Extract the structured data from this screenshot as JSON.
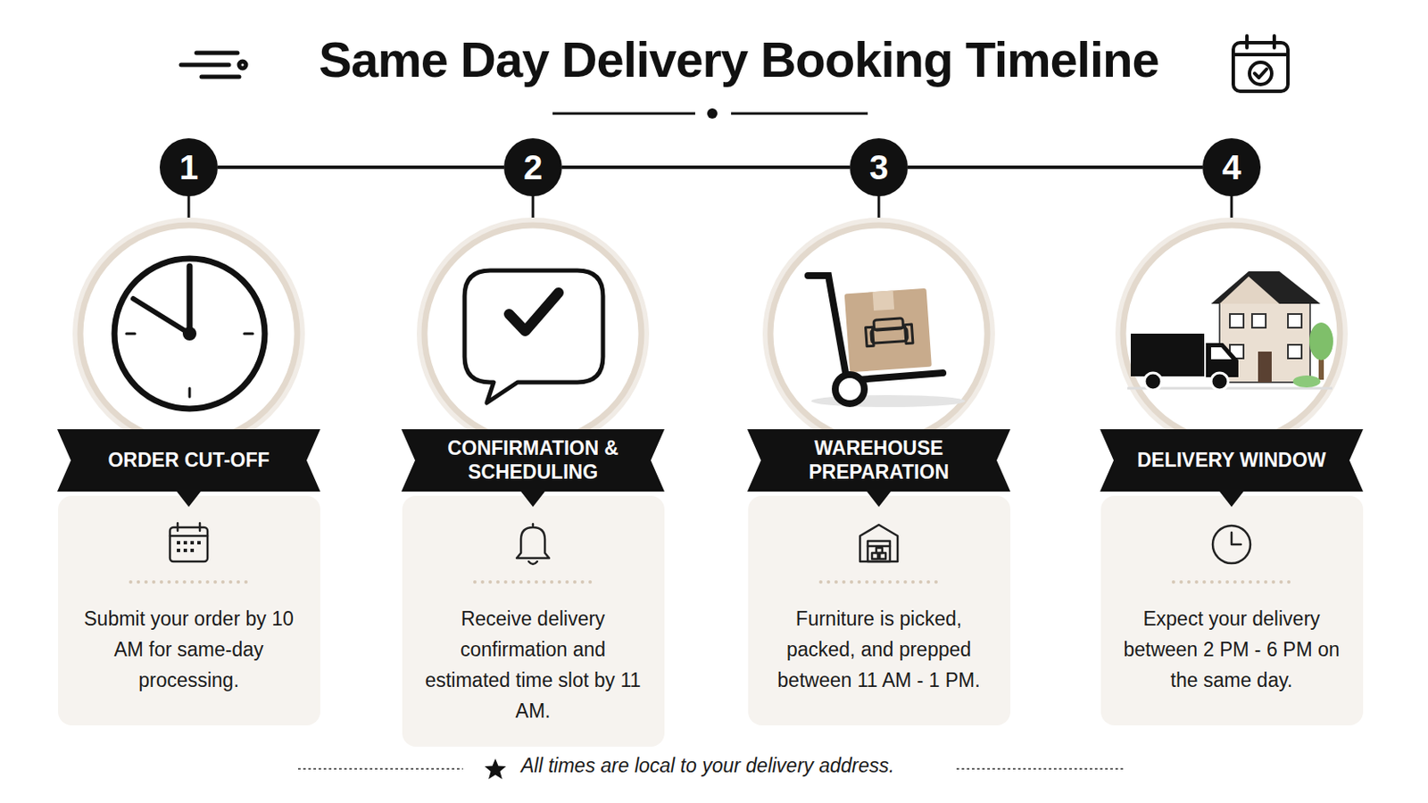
{
  "diagram": {
    "title": "Same Day Delivery Booking Timeline",
    "nodes": [
      {
        "text": [
          "1"
        ]
      },
      {
        "text": [
          "2"
        ]
      },
      {
        "text": [
          "3"
        ]
      },
      {
        "text": [
          "4"
        ]
      },
      {
        "text": [
          "ORDER CUT-OFF"
        ]
      },
      {
        "text": [
          "CONFIRMATION & SCHEDULING"
        ]
      },
      {
        "text": [
          "WAREHOUSE PREPARATION"
        ]
      },
      {
        "text": [
          "DELIVERY WINDOW"
        ]
      },
      {
        "text": [
          "Submit your order by 10 AM for same-day processing."
        ]
      },
      {
        "text": [
          "Receive delivery confirmation and estimated time slot by 11 AM."
        ]
      },
      {
        "text": [
          "Furniture is picked, packed, and prepped between 11 AM - 1 PM."
        ]
      },
      {
        "text": [
          "Expect your delivery between 2 PM - 6 PM on the same day."
        ]
      }
    ],
    "edges": [
      {
        "from": 0,
        "to": 1,
        "arrow": "none"
      },
      {
        "from": 1,
        "to": 2,
        "arrow": "none"
      },
      {
        "from": 2,
        "to": 3,
        "arrow": "none"
      }
    ],
    "labels": [
      "All times are local to your delivery address."
    ]
  }
}
